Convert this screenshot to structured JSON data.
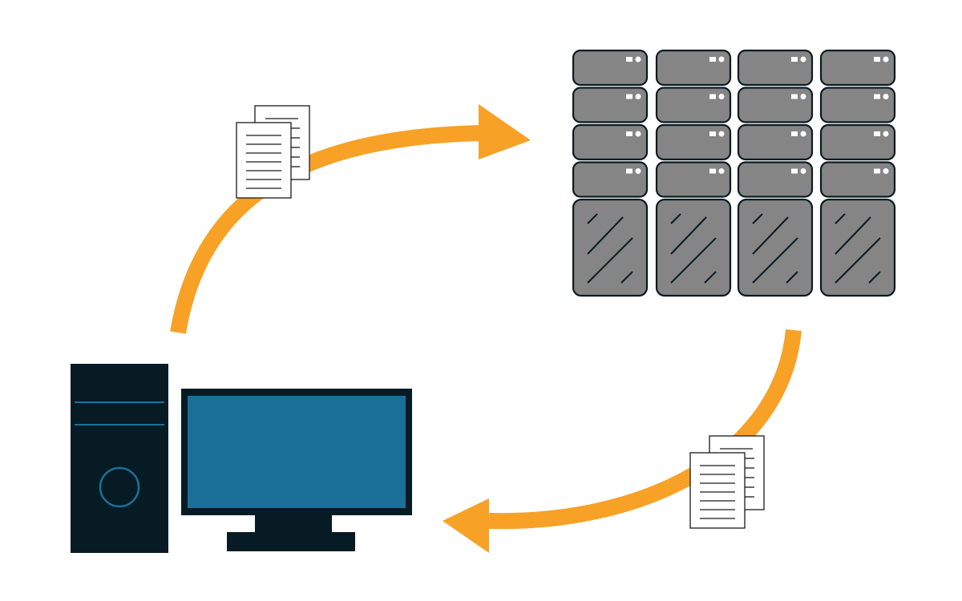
{
  "diagram": {
    "description_free": true,
    "colors": {
      "background": "#ffffff",
      "arrow": "#f7a127",
      "server_fill": "#858585",
      "server_outline": "#0a1b22",
      "server_light": "#ffffff",
      "computer_dark": "#071b24",
      "screen": "#1b7099",
      "tower_accent": "#1b7099",
      "document_fill": "#ffffff",
      "document_stroke": "#1a1a1a"
    },
    "server_rack": {
      "columns": 4,
      "units_per_column": 4,
      "storage_bays_per_column": 1
    },
    "flows": [
      {
        "from": "desktop-computer",
        "to": "server-rack",
        "carries": "documents"
      },
      {
        "from": "server-rack",
        "to": "desktop-computer",
        "carries": "documents"
      }
    ],
    "icons": {
      "computer": "desktop-computer-icon",
      "servers": "server-rack-icon",
      "documents": "documents-icon",
      "arrow": "arrow-icon"
    }
  }
}
